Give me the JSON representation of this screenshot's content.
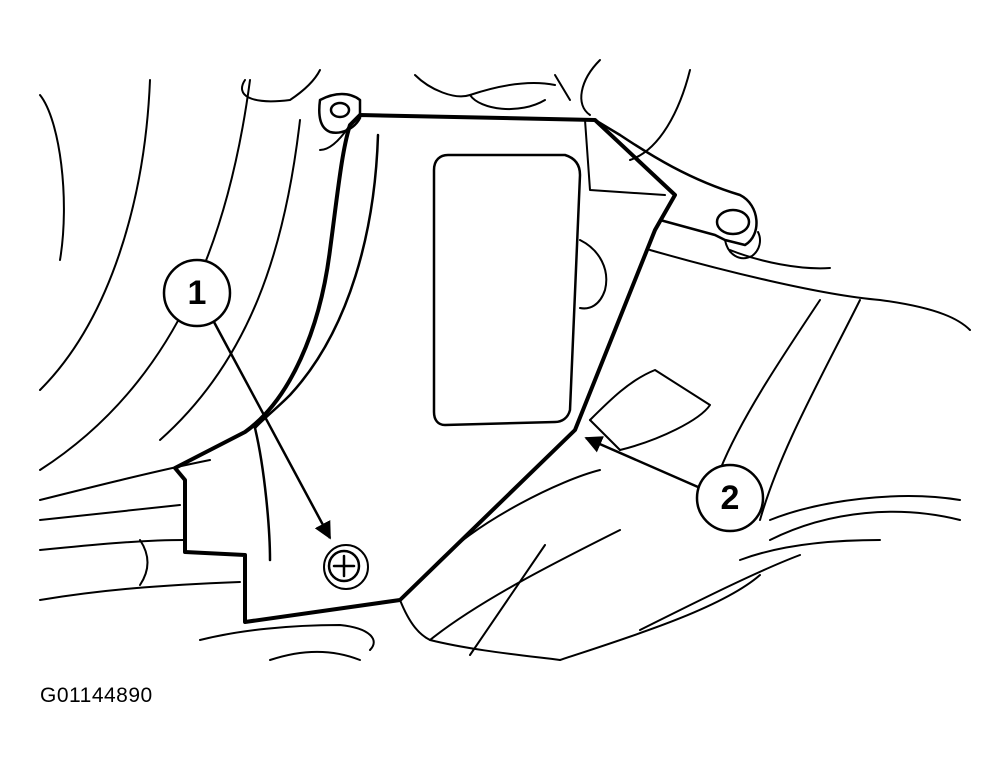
{
  "figure_id": "G01144890",
  "callouts": [
    {
      "label": "1",
      "target": "retaining-screw"
    },
    {
      "label": "2",
      "target": "side-trim-panel"
    }
  ],
  "colors": {
    "line": "#000000",
    "background": "#ffffff"
  }
}
